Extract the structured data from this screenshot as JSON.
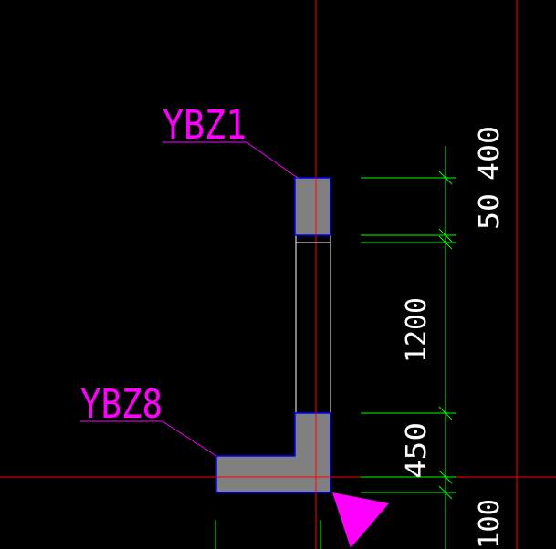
{
  "labels": {
    "wall_column_top": "YBZ1",
    "wall_column_bottom": "YBZ8"
  },
  "dimensions": {
    "top_400": "400",
    "top_50": "50",
    "middle_1200": "1200",
    "bottom_450": "450",
    "bottom_100": "100"
  },
  "colors": {
    "background": "#000000",
    "axis_line": "#ff0000",
    "label_text": "#ff00ff",
    "dimension_line": "#00ff00",
    "dimension_text": "#ffffff",
    "column_fill": "#808080",
    "column_outline": "#0000ff",
    "wall_outline": "#ffffff",
    "marker_fill": "#ff00ff"
  },
  "icons": {
    "ucs_marker": "triangle-marker-icon"
  }
}
